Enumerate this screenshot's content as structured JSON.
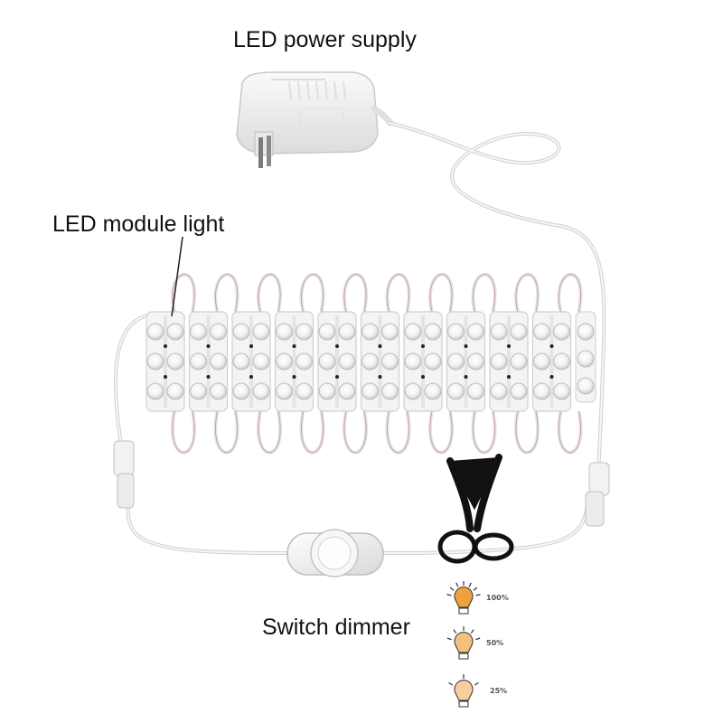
{
  "labels": {
    "power_supply": "LED power supply",
    "module_light": "LED module light",
    "switch_dimmer": "Switch dimmer"
  },
  "brightness_levels": [
    {
      "text": "100%",
      "level": 1.0
    },
    {
      "text": "50%",
      "level": 0.5
    },
    {
      "text": "25%",
      "level": 0.25
    }
  ],
  "icons": {
    "power_adapter": "power-adapter-icon",
    "scissors": "scissors-icon",
    "bulb": "light-bulb-icon",
    "dimmer": "dimmer-switch-icon"
  },
  "colors": {
    "bulb_orange": "#f0a040",
    "wire": "#f2f2f2",
    "led_lens": "#f6f6f6",
    "scissors": "#111111"
  }
}
